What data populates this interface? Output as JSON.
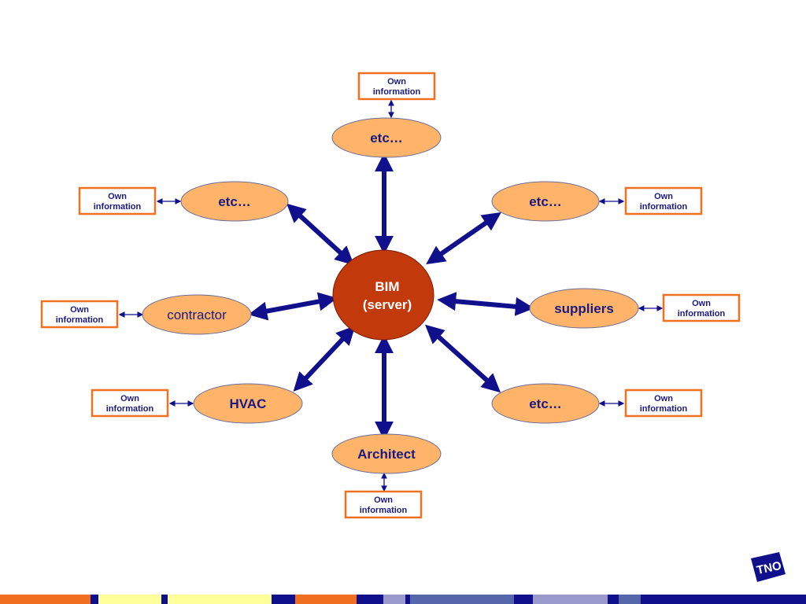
{
  "center": {
    "line1": "BIM",
    "line2": "(server)"
  },
  "nodes": [
    {
      "id": "top",
      "label": "etc…",
      "box": [
        "Own",
        "information"
      ]
    },
    {
      "id": "upper-left",
      "label": "etc…",
      "box": [
        "Own",
        "information"
      ]
    },
    {
      "id": "upper-right",
      "label": "etc…",
      "box": [
        "Own",
        "information"
      ]
    },
    {
      "id": "contractor",
      "label": "contractor",
      "box": [
        "Own",
        "information"
      ]
    },
    {
      "id": "suppliers",
      "label": "suppliers",
      "box": [
        "Own",
        "information"
      ]
    },
    {
      "id": "hvac",
      "label": "HVAC",
      "box": [
        "Own",
        "information"
      ]
    },
    {
      "id": "lower-right",
      "label": "etc…",
      "box": [
        "Own",
        "information"
      ]
    },
    {
      "id": "architect",
      "label": "Architect",
      "box": [
        "Own",
        "information"
      ]
    }
  ],
  "colors": {
    "center_fill": "#c23a0c",
    "node_fill": "#ffb469",
    "arrow": "#10108c",
    "box_border": "#f07020",
    "text": "#1a1a80"
  },
  "logo_text": "TNO",
  "footer_colors": [
    "#f07020",
    "#10108c",
    "#ffff99",
    "#10108c",
    "#ffff99",
    "#10108c",
    "#f07020",
    "#10108c",
    "#9999cc",
    "#10108c",
    "#5566aa",
    "#10108c",
    "#9999cc",
    "#10108c",
    "#5566aa",
    "#10108c"
  ]
}
